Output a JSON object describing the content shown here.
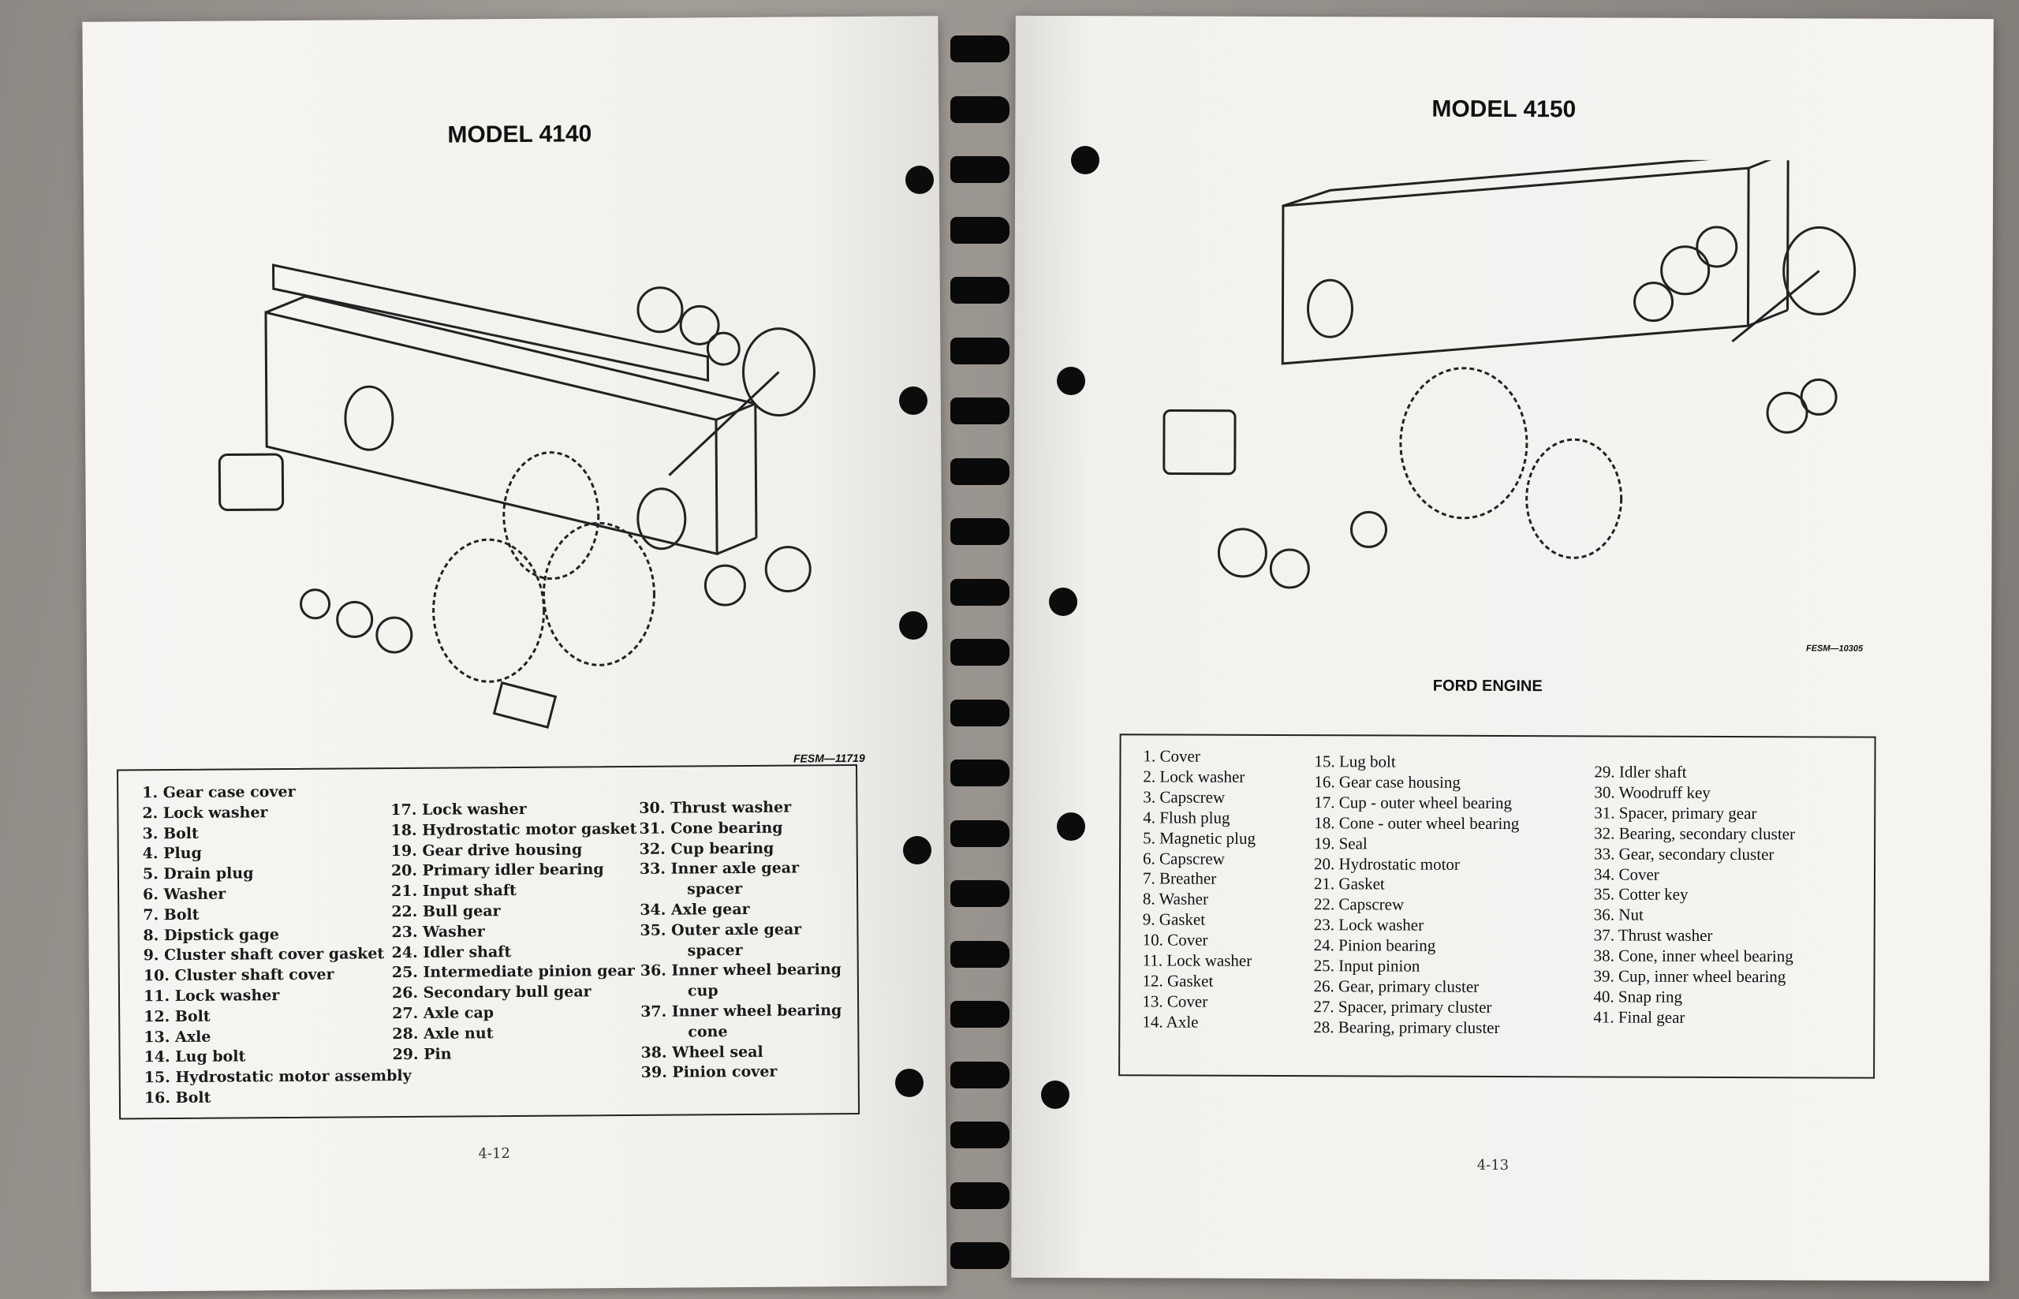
{
  "left_page": {
    "title": "MODEL 4140",
    "figure_code": "FESM—11719",
    "page_number": "4-12",
    "legend": [
      [
        "1. Gear case cover",
        "2. Lock washer",
        "3. Bolt",
        "4. Plug",
        "5. Drain plug",
        "6. Washer",
        "7. Bolt",
        "8. Dipstick gage",
        "9. Cluster shaft cover gasket",
        "10. Cluster shaft cover",
        "11. Lock washer",
        "12. Bolt",
        "13. Axle",
        "14. Lug bolt",
        "15. Hydrostatic motor assembly",
        "16. Bolt"
      ],
      [
        "17. Lock washer",
        "18. Hydrostatic motor gasket",
        "19. Gear drive housing",
        "20. Primary idler bearing",
        "21. Input shaft",
        "22. Bull gear",
        "23. Washer",
        "24. Idler shaft",
        "25. Intermediate pinion gear",
        "26. Secondary bull gear",
        "27. Axle cap",
        "28. Axle nut",
        "29. Pin"
      ],
      [
        "30. Thrust washer",
        "31. Cone bearing",
        "32. Cup bearing",
        "33. Inner axle gear",
        "    spacer",
        "34. Axle gear",
        "35. Outer axle gear",
        "    spacer",
        "36. Inner wheel bearing",
        "    cup",
        "37. Inner wheel bearing",
        "    cone",
        "38. Wheel seal",
        "39. Pinion cover"
      ]
    ]
  },
  "right_page": {
    "title": "MODEL 4150",
    "figure_code": "FESM—10305",
    "caption": "FORD ENGINE",
    "page_number": "4-13",
    "legend": [
      [
        "1. Cover",
        "2. Lock washer",
        "3. Capscrew",
        "4. Flush plug",
        "5. Magnetic plug",
        "6. Capscrew",
        "7. Breather",
        "8. Washer",
        "9. Gasket",
        "10. Cover",
        "11. Lock washer",
        "12. Gasket",
        "13. Cover",
        "14. Axle"
      ],
      [
        "15. Lug bolt",
        "16. Gear case housing",
        "17. Cup - outer wheel bearing",
        "18. Cone - outer wheel bearing",
        "19. Seal",
        "20. Hydrostatic motor",
        "21. Gasket",
        "22. Capscrew",
        "23. Lock washer",
        "24. Pinion bearing",
        "25. Input pinion",
        "26. Gear, primary cluster",
        "27. Spacer, primary cluster",
        "28. Bearing, primary cluster"
      ],
      [
        "29. Idler shaft",
        "30. Woodruff key",
        "31. Spacer, primary gear",
        "32. Bearing, secondary cluster",
        "33. Gear, secondary cluster",
        "34. Cover",
        "35. Cotter key",
        "36. Nut",
        "37. Thrust washer",
        "38. Cone, inner wheel bearing",
        "39. Cup, inner wheel bearing",
        "40. Snap ring",
        "41. Final gear"
      ]
    ]
  }
}
